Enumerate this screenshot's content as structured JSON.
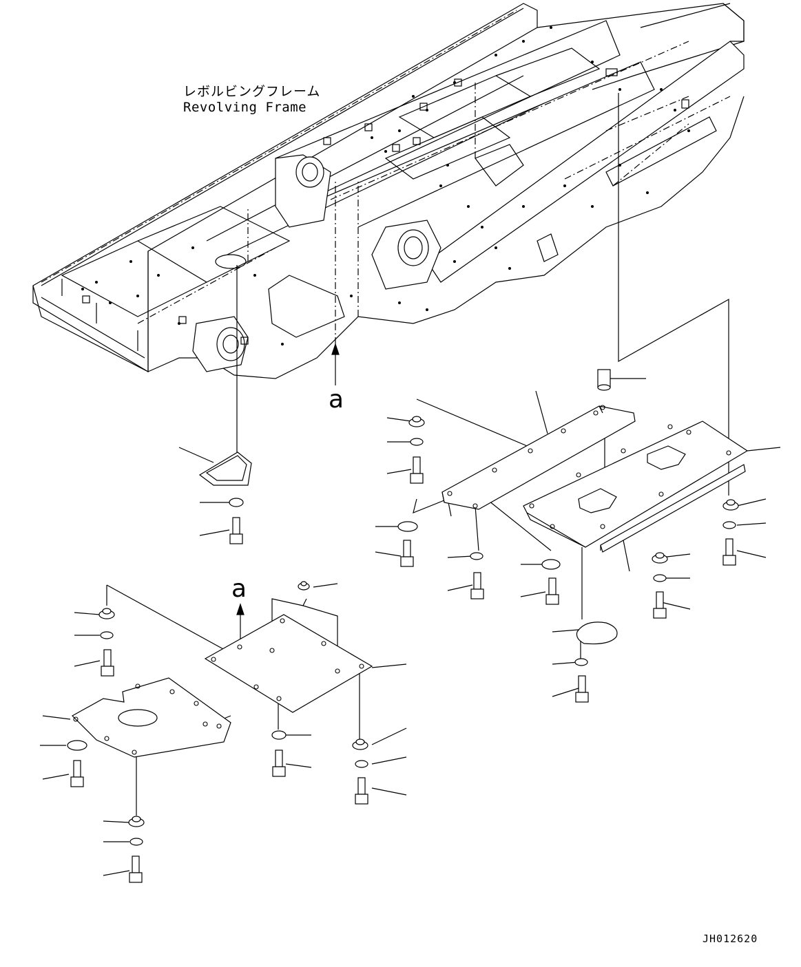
{
  "title": {
    "japanese": "レボルビングフレーム",
    "english": "Revolving Frame"
  },
  "view_markers": [
    "a",
    "a"
  ],
  "drawing_code": "JH012620"
}
